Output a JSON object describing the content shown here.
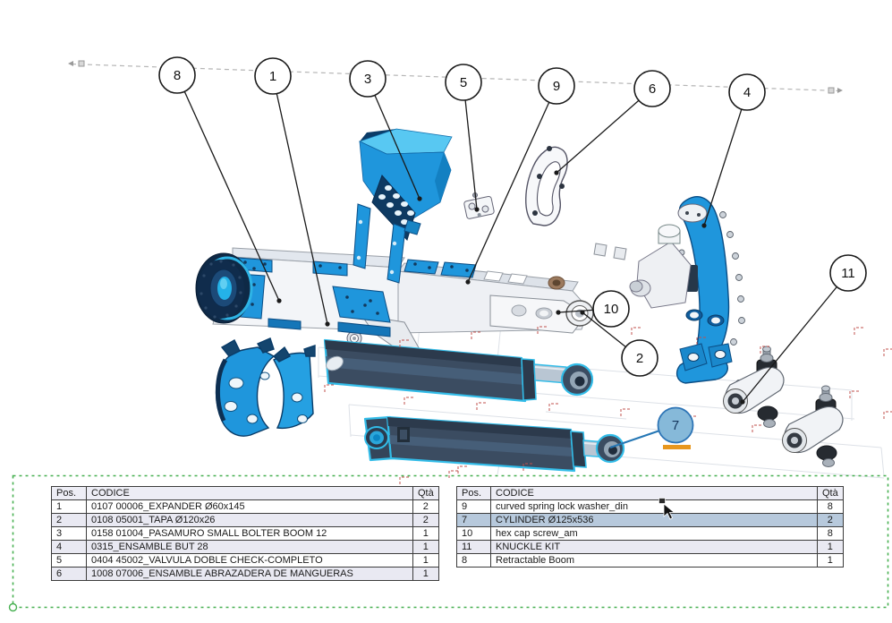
{
  "balloons": {
    "b8": "8",
    "b1": "1",
    "b3": "3",
    "b5": "5",
    "b9": "9",
    "b6": "6",
    "b4": "4",
    "b11": "11",
    "b10": "10",
    "b2": "2",
    "b7": "7"
  },
  "tables": {
    "headers": {
      "pos": "Pos.",
      "codice": "CODICE",
      "qty": "Qtà"
    },
    "left": {
      "rows": [
        {
          "pos": "1",
          "codice": "0107 00006_EXPANDER Ø60x145",
          "qty": "2"
        },
        {
          "pos": "2",
          "codice": "0108 05001_TAPA Ø120x26",
          "qty": "2"
        },
        {
          "pos": "3",
          "codice": "0158 01004_PASAMURO SMALL BOLTER BOOM 12",
          "qty": "1"
        },
        {
          "pos": "4",
          "codice": "0315_ENSAMBLE BUT 28",
          "qty": "1"
        },
        {
          "pos": "5",
          "codice": "0404 45002_VALVULA DOBLE CHECK-COMPLETO",
          "qty": "1"
        },
        {
          "pos": "6",
          "codice": "1008 07006_ENSAMBLE ABRAZADERA DE MANGUERAS",
          "qty": "1"
        }
      ]
    },
    "right": {
      "rows": [
        {
          "pos": "9",
          "codice": "curved spring lock washer_din",
          "qty": "8"
        },
        {
          "pos": "7",
          "codice": "CYLINDER Ø125x536",
          "qty": "2",
          "selected": true
        },
        {
          "pos": "10",
          "codice": "hex cap screw_am",
          "qty": "8"
        },
        {
          "pos": "11",
          "codice": "KNUCKLE KIT",
          "qty": "1"
        },
        {
          "pos": "8",
          "codice": "Retractable Boom",
          "qty": "1"
        }
      ]
    }
  },
  "colors": {
    "part_blue": "#1f96dc",
    "part_blue_light": "#58c8f2",
    "part_navy": "#0d2f52",
    "highlight_cyan": "#32bce8",
    "selected_row": "#b7c9dc",
    "selected_balloon_fill": "#86b9d9",
    "selected_balloon_stroke": "#2e75b6",
    "underline_orange": "#e8971e",
    "selection_border_green": "#46b050",
    "construction_red": "#c0504d"
  }
}
